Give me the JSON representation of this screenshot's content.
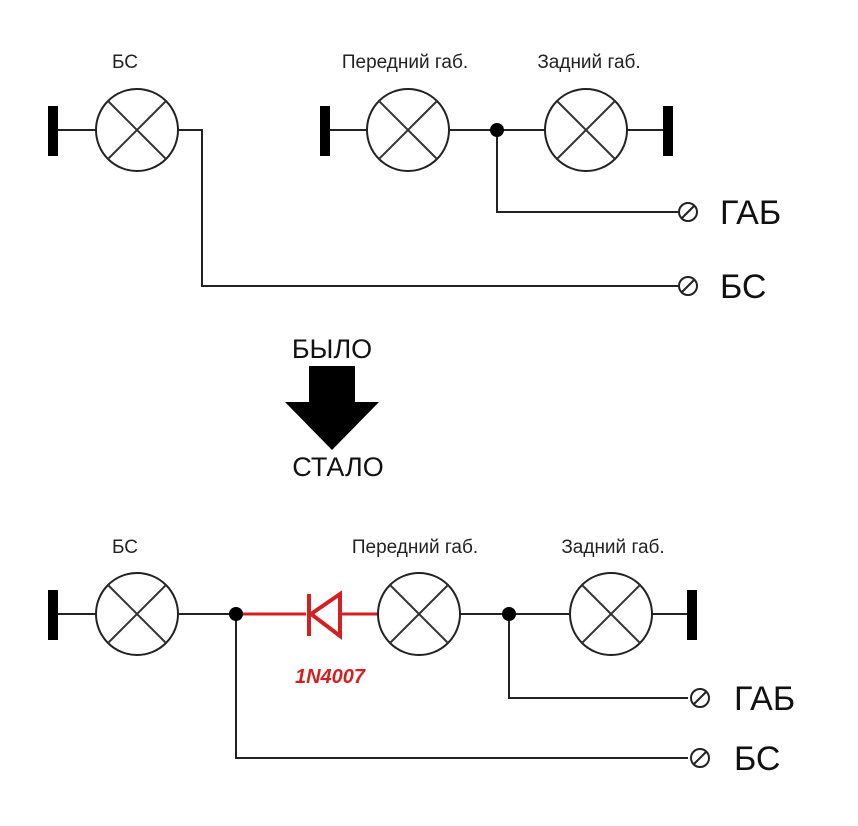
{
  "colors": {
    "wire": "#222222",
    "diode": "#d42020",
    "background": "#ffffff"
  },
  "before": {
    "label_bs": "БС",
    "label_front": "Передний габ.",
    "label_rear": "Задний габ.",
    "terminal_gab": "ГАБ",
    "terminal_bs": "БС"
  },
  "arrow": {
    "top_text": "БЫЛО",
    "bottom_text": "СТАЛО"
  },
  "after": {
    "label_bs": "БС",
    "label_front": "Передний габ.",
    "label_rear": "Задний габ.",
    "diode_part": "1N4007",
    "terminal_gab": "ГАБ",
    "terminal_bs": "БС"
  }
}
